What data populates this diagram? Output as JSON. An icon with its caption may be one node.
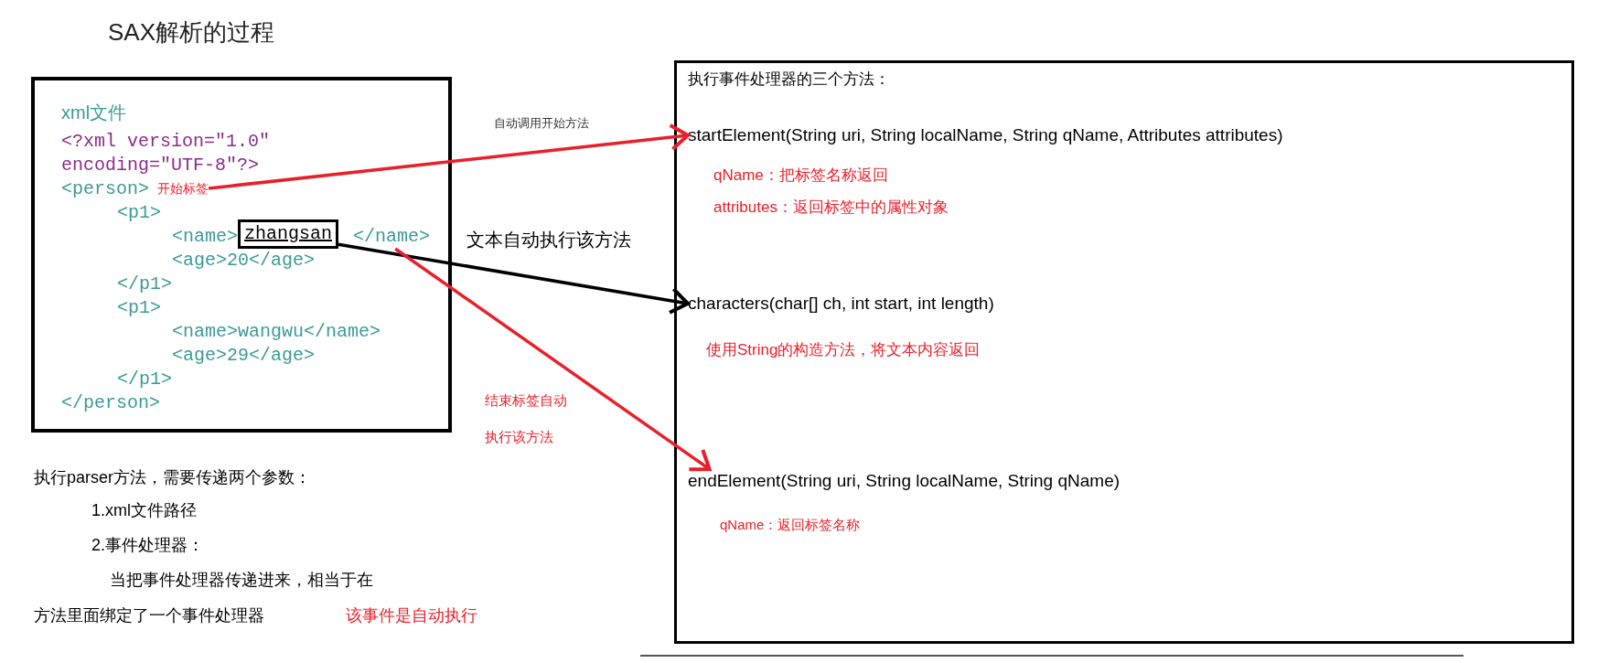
{
  "diagram": {
    "title": "SAX解析的过程",
    "nodes": [
      {
        "text": [
          "xml文件"
        ]
      },
      {
        "text": [
          "开始标签"
        ],
        "in": 0
      },
      {
        "text": [
          "zhangsan"
        ],
        "in": 0
      },
      {
        "text": [
          "</name>"
        ],
        "in": 0
      },
      {
        "text": [
          "执行事件处理器的三个方法："
        ]
      },
      {
        "text": [
          "startElement(String uri, String localName, String qName, Attributes attributes)"
        ],
        "in": 4,
        "beside": [
          "qName：把标签名称返回",
          "attributes：返回标签中的属性对象"
        ]
      },
      {
        "text": [
          "characters(char[] ch, int start, int length)"
        ],
        "in": 4,
        "beside": [
          "使用String的构造方法，将文本内容返回"
        ]
      },
      {
        "text": [
          "endElement(String uri, String localName, String qName)"
        ],
        "in": 4,
        "beside": [
          "qName：返回标签名称"
        ]
      }
    ],
    "edges": [
      {
        "from": 1,
        "to": 5,
        "arrow": "to",
        "label": "自动调用开始方法",
        "color": "#e8202a"
      },
      {
        "from": 2,
        "to": 6,
        "arrow": "to",
        "label": "文本自动执行该方法",
        "color": "#000000"
      },
      {
        "from": 3,
        "to": 7,
        "arrow": "to",
        "label": "结束标签自动执行该方法",
        "color": "#e8202a"
      }
    ],
    "labels": [
      "<?xml version=\"1.0\" encoding=\"UTF-8\"?>",
      "<person>",
      "<p1>",
      "<name>",
      "<age>20</age>",
      "</p1>",
      "<p1>",
      "<name>wangwu</name>",
      "<age>29</age>",
      "</p1>",
      "</person>",
      "执行parser方法，需要传递两个参数：",
      "1.xml文件路径",
      "2.事件处理器：",
      "当把事件处理器传递进来，相当于在",
      "方法里面绑定了一个事件处理器",
      "该事件是自动执行"
    ]
  }
}
